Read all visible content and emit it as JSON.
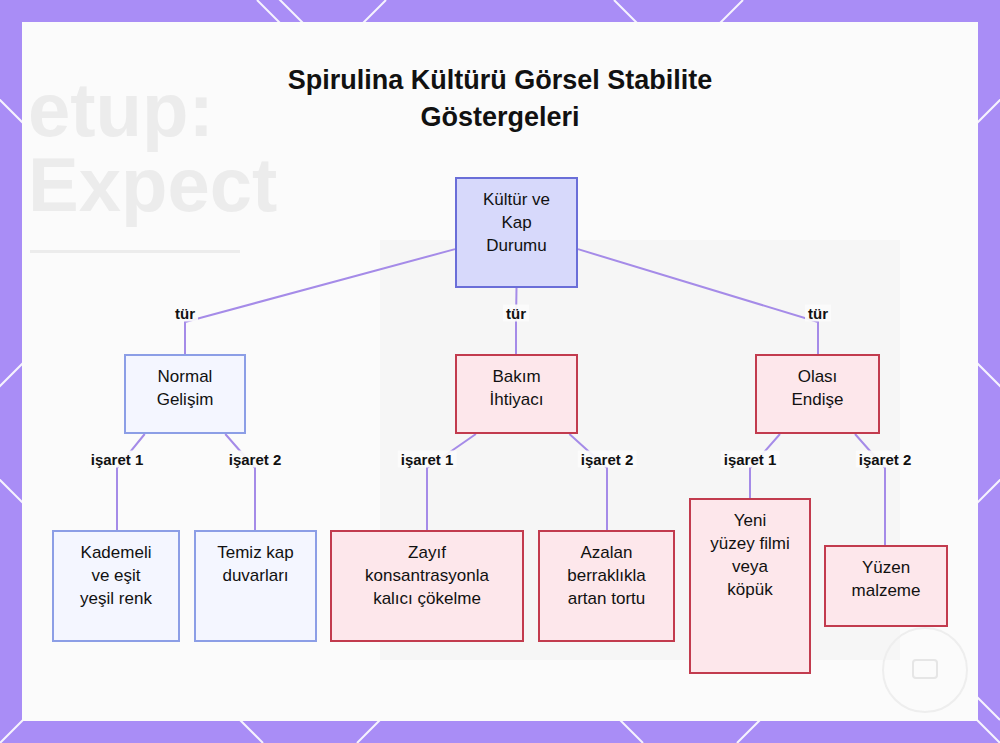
{
  "diagram": {
    "title": "Spirulina Kültürü Görsel Stabilite Göstergeleri",
    "nodes": [
      {
        "text": [
          "Kültür ve Kap Durumu"
        ]
      },
      {
        "text": [
          "Normal Gelişim"
        ]
      },
      {
        "text": [
          "Bakım İhtiyacı"
        ]
      },
      {
        "text": [
          "Olası Endişe"
        ]
      },
      {
        "text": [
          "Kademeli ve eşit yeşil renk"
        ]
      },
      {
        "text": [
          "Temiz kap duvarları"
        ]
      },
      {
        "text": [
          "Zayıf konsantrasyonla kalıcı çökelme"
        ]
      },
      {
        "text": [
          "Azalan berraklıkla artan tortu"
        ]
      },
      {
        "text": [
          "Yeni yüzey filmi veya köpük"
        ]
      },
      {
        "text": [
          "Yüzen malzeme"
        ]
      }
    ],
    "edges": [
      {
        "from": 0,
        "to": 1,
        "label": "tür",
        "arrow": "none"
      },
      {
        "from": 0,
        "to": 2,
        "label": "tür",
        "arrow": "none"
      },
      {
        "from": 0,
        "to": 3,
        "label": "tür",
        "arrow": "none"
      },
      {
        "from": 1,
        "to": 4,
        "label": "işaret 1",
        "arrow": "none"
      },
      {
        "from": 1,
        "to": 5,
        "label": "işaret 2",
        "arrow": "none"
      },
      {
        "from": 2,
        "to": 6,
        "label": "işaret 1",
        "arrow": "none"
      },
      {
        "from": 2,
        "to": 7,
        "label": "işaret 2",
        "arrow": "none"
      },
      {
        "from": 3,
        "to": 8,
        "label": "işaret 1",
        "arrow": "none"
      },
      {
        "from": 3,
        "to": 9,
        "label": "işaret 2",
        "arrow": "none"
      }
    ],
    "labels": [
      "etup:",
      "Expect"
    ]
  }
}
